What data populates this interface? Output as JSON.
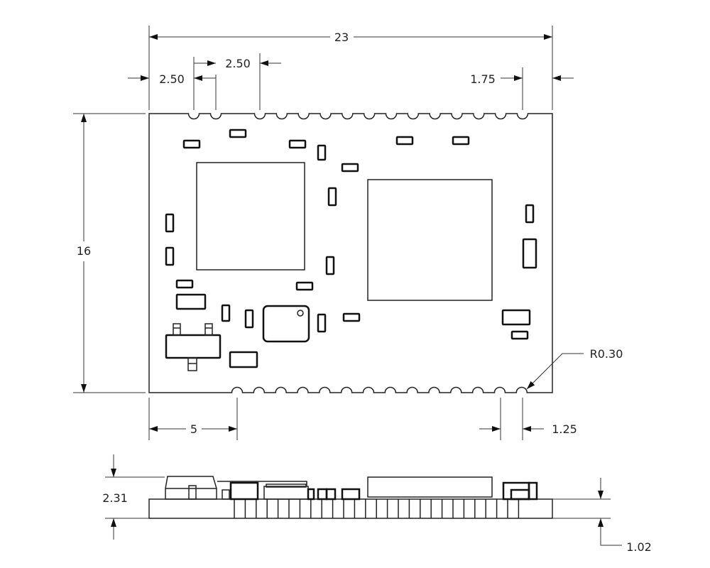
{
  "dimensions": {
    "width_total": "23",
    "pitch_left": "2.50",
    "pitch_second": "2.50",
    "right_offset": "1.75",
    "height_total": "16",
    "bottom_left_offset": "5",
    "bottom_pitch": "1.25",
    "radius": "R0.30",
    "side_height": "2.31",
    "board_thickness": "1.02"
  },
  "colors": {
    "line": "#222222",
    "background": "#ffffff"
  }
}
